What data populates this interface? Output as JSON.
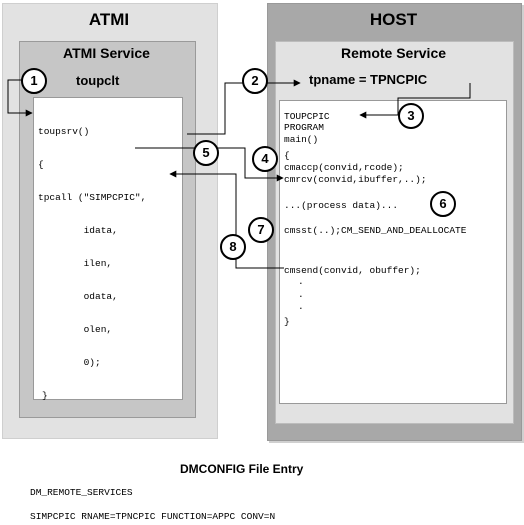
{
  "atmi": {
    "title": "ATMI",
    "service_title": "ATMI Service",
    "service_name": "toupclt",
    "code_lines": [
      "toupsrv()",
      "{",
      "tpcall (\"SIMPCPIC\",",
      "        idata,",
      "        ilen,",
      "        odata,",
      "        olen,",
      "        0);",
      "}"
    ]
  },
  "host": {
    "title": "HOST",
    "service_title": "Remote Service",
    "tpname": "tpname = TPNCPIC",
    "code": {
      "l1": "TOUPCPIC",
      "l2": "PROGRAM",
      "l3": "main()",
      "l4": "{",
      "l5": "cmaccp(convid,rcode);",
      "l6": "cmrcv(convid,ibuffer,..);",
      "l7": "...(process data)...",
      "l8": "cmsst(..);CM_SEND_AND_DEALLOCATE",
      "l9": "cmsend(convid, obuffer);",
      "l10": ".",
      "l11": ".",
      "l12": ".",
      "l13": "}"
    }
  },
  "steps": [
    "1",
    "2",
    "3",
    "4",
    "5",
    "6",
    "7",
    "8"
  ],
  "dmconfig": {
    "heading": "DMCONFIG File Entry",
    "line1": "DM_REMOTE_SERVICES",
    "line2": "SIMPCPIC RNAME=TPNCPIC FUNCTION=APPC CONV=N"
  },
  "colors": {
    "atmi_outer": "#e2e2e2",
    "atmi_inner": "#c6c6c6",
    "host_outer": "#a8a8a8",
    "host_inner": "#e2e2e2",
    "code_bg": "#ffffff"
  }
}
